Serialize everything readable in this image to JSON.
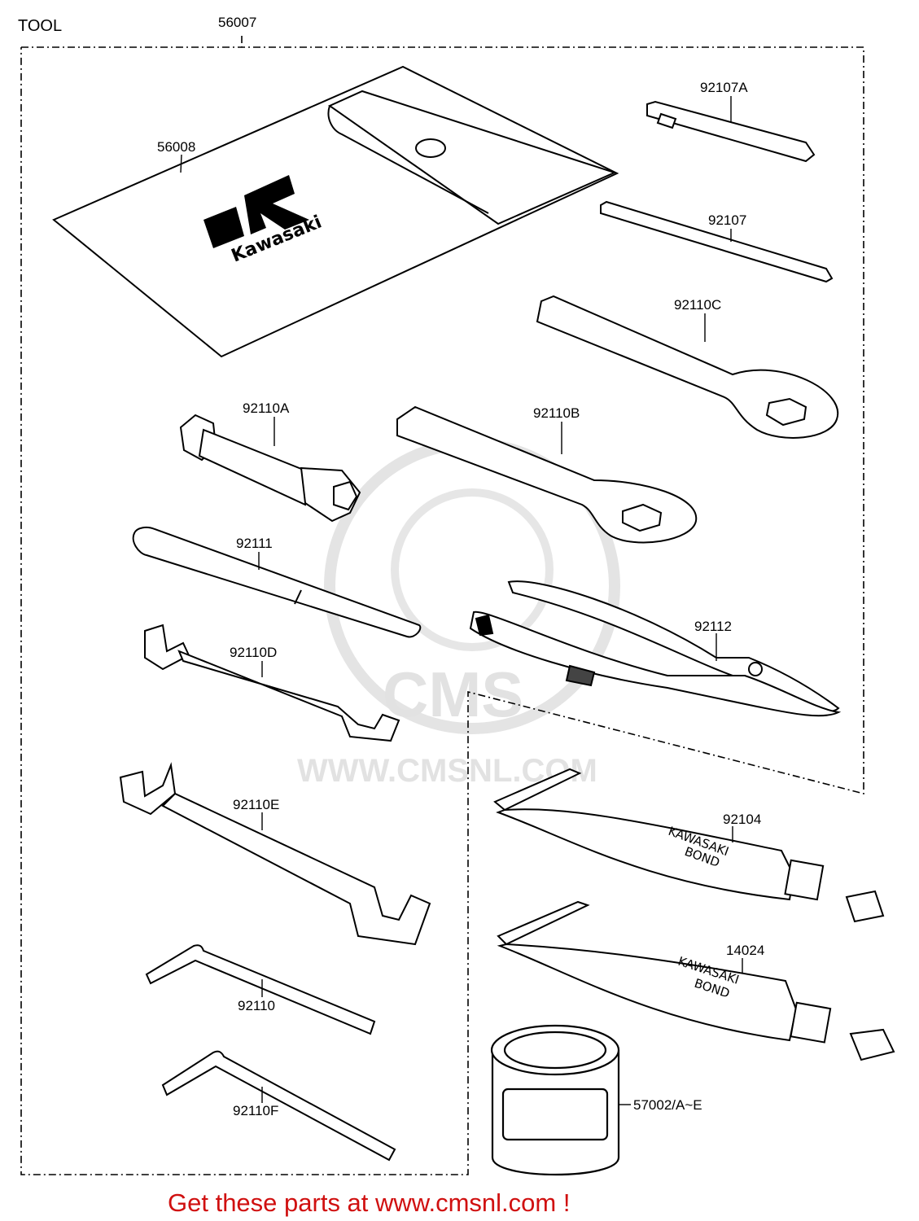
{
  "diagram": {
    "title": "TOOL",
    "assembly_label": "56007",
    "parts": [
      {
        "id": "bag",
        "label": "56008"
      },
      {
        "id": "screwdriver-bit",
        "label": "92107A"
      },
      {
        "id": "screwdriver",
        "label": "92107"
      },
      {
        "id": "ring-wrench-c",
        "label": "92110C"
      },
      {
        "id": "plug-socket",
        "label": "92110A"
      },
      {
        "id": "ring-wrench-b",
        "label": "92110B"
      },
      {
        "id": "tommy-bar",
        "label": "92111"
      },
      {
        "id": "open-wrench-d",
        "label": "92110D"
      },
      {
        "id": "pliers",
        "label": "92112"
      },
      {
        "id": "open-wrench-e",
        "label": "92110E"
      },
      {
        "id": "bond-tube-1",
        "label": "92104"
      },
      {
        "id": "hex-key",
        "label": "92110"
      },
      {
        "id": "bond-tube-2",
        "label": "14024"
      },
      {
        "id": "grease-can",
        "label": "57002/A~E"
      },
      {
        "id": "hex-key-f",
        "label": "92110F"
      }
    ],
    "bag_brand": "Kawasaki",
    "tube_text_line1": "KAWASAKI",
    "tube_text_line2": "BOND",
    "watermark_url": "WWW.CMSNL.COM",
    "watermark_logo": "CMS",
    "footer_link": "Get these parts at www.cmsnl.com !"
  }
}
